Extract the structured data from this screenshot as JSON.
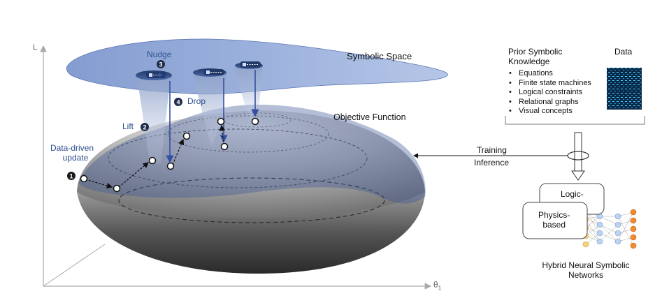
{
  "axes": {
    "y_label": "L",
    "x_label": "θ",
    "x_label_sub": "1"
  },
  "labels": {
    "symbolic_space": "Symbolic Space",
    "objective_function": "Objective Function",
    "nudge": "Nudge",
    "drop": "Drop",
    "lift": "Lift",
    "data_driven_line1": "Data-driven",
    "data_driven_line2": "update"
  },
  "step_badges": [
    "1",
    "2",
    "3",
    "4"
  ],
  "right_panel": {
    "prior_title_line1": "Prior Symbolic",
    "prior_title_line2": "Knowledge",
    "data_title": "Data",
    "knowledge_items": [
      "Equations",
      "Finite state machines",
      "Logical constraints",
      "Relational graphs",
      "Visual concepts"
    ],
    "training": "Training",
    "inference": "Inference",
    "logic_box": "Logic-",
    "physics_box_line1": "Physics-",
    "physics_box_line2": "based",
    "hybrid_line1": "Hybrid Neural Symbolic",
    "hybrid_line2": "Networks"
  },
  "colors": {
    "symbolic_plane": "#7d97cf",
    "surface_dark": "#3a3a3a",
    "surface_light": "#e6e6e6",
    "accent_blue": "#2f4f8f",
    "badge": "#1f2d4d"
  }
}
